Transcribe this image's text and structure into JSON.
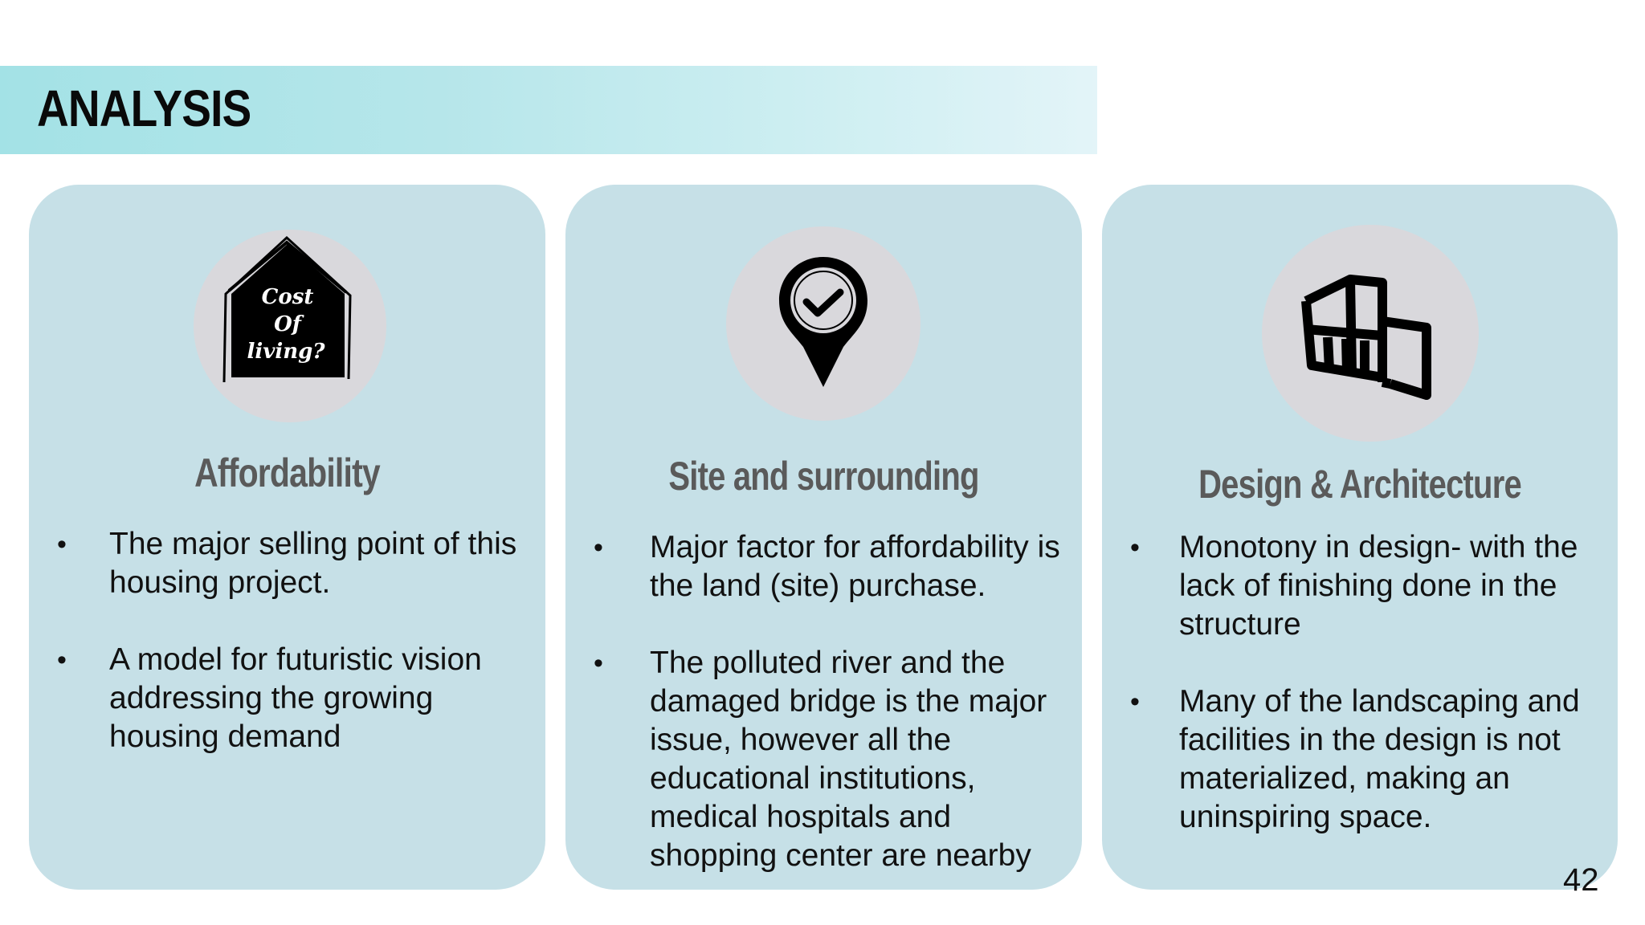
{
  "slide": {
    "title": "ANALYSIS",
    "page_number": "42"
  },
  "cards": [
    {
      "icon": "house-cost-of-living-icon",
      "icon_text": [
        "Cost",
        "Of",
        "living?"
      ],
      "heading": "Affordability",
      "bullets": [
        "The major selling point of this housing project.",
        " A model for futuristic vision addressing the growing housing demand"
      ]
    },
    {
      "icon": "location-pin-check-icon",
      "heading": "Site and surrounding",
      "bullets": [
        "Major factor for affordability is the land (site) purchase.",
        "The polluted river and the damaged bridge is the major issue, however all the educational institutions, medical hospitals and shopping center are nearby"
      ]
    },
    {
      "icon": "building-icon",
      "heading": "Design & Architecture",
      "bullets": [
        "Monotony in design- with the lack of finishing done in the structure",
        "Many of the landscaping and facilities in the design is not materialized, making an uninspiring space."
      ]
    }
  ],
  "colors": {
    "card_bg": "#c6e0e7",
    "icon_circle": "#d9d8dc",
    "heading": "#5a5a5a",
    "title_band_start": "#a3e2e6",
    "title_band_end": "#e3f4f8"
  }
}
